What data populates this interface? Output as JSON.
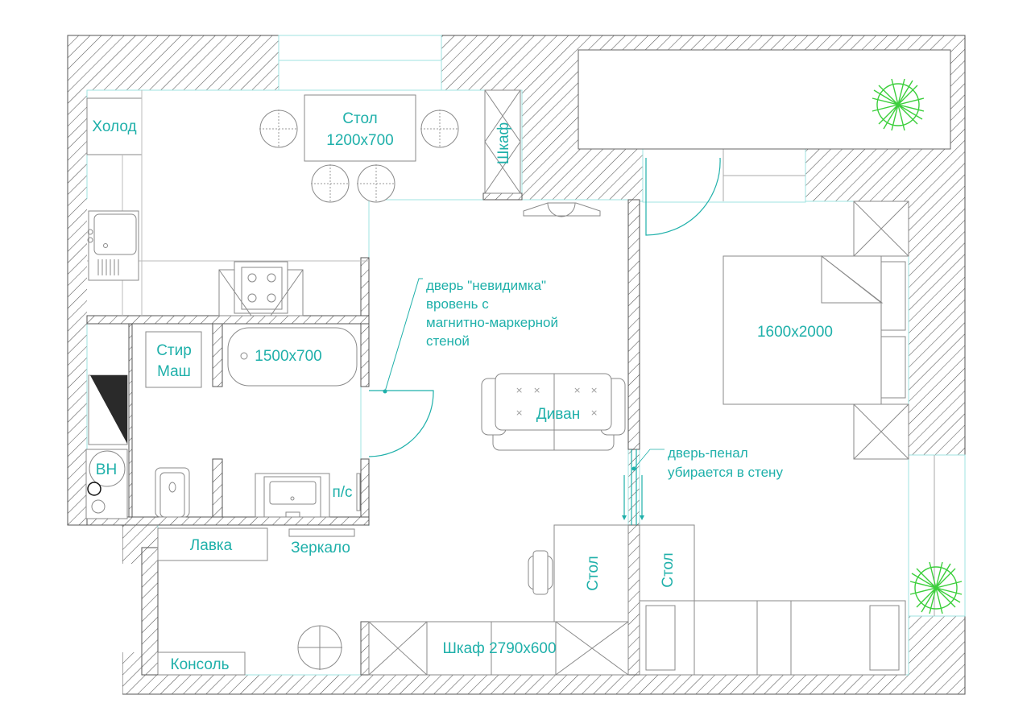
{
  "plan": {
    "labels": {
      "fridge": "Холод",
      "dining_table_title": "Стол",
      "dining_table_size": "1200x700",
      "kitchen_cabinet": "Шкаф",
      "invisible_door_note": [
        "дверь \"невидимка\"",
        "вровень с",
        "магнитно-маркерной",
        "стеной"
      ],
      "washer_line1": "Стир",
      "washer_line2": "Маш",
      "bathtub_size": "1500x700",
      "water_heater": "ВН",
      "shaft": "п/с",
      "bench": "Лавка",
      "mirror": "Зеркало",
      "console": "Консоль",
      "wardrobe": "Шкаф 2790x600",
      "desk_left": "Стол",
      "desk_right": "Стол",
      "sofa": "Диван",
      "bed_size": "1600x2000",
      "pocket_door_note": [
        "дверь-пенал",
        "убирается в стену"
      ]
    },
    "colors": {
      "label": "#1fb0aa",
      "plant": "#3ccf3c",
      "wall_hatch": "#555555"
    }
  }
}
